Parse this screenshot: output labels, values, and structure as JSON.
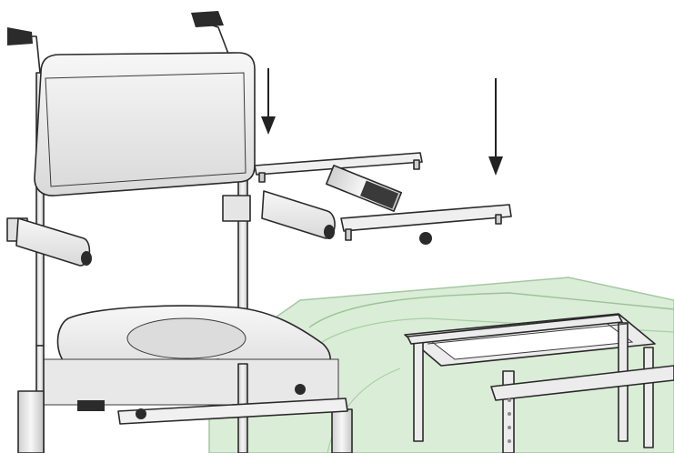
{
  "illustration": {
    "subject": "shower-commode-chair-with-tub-transfer-rails",
    "annotations": [
      {
        "name": "down-arrow-left",
        "direction": "down"
      },
      {
        "name": "down-arrow-right",
        "direction": "down"
      }
    ]
  },
  "colors": {
    "background": "#ffffff",
    "line": "#2a2a2a",
    "frame": "#e6e6e6",
    "cushion": "#eeeeee",
    "tub": "#d6ecd2",
    "tub_edge": "#9cc29a",
    "grip": "#2b2b2b"
  },
  "icons": [
    "down-arrow-icon"
  ]
}
